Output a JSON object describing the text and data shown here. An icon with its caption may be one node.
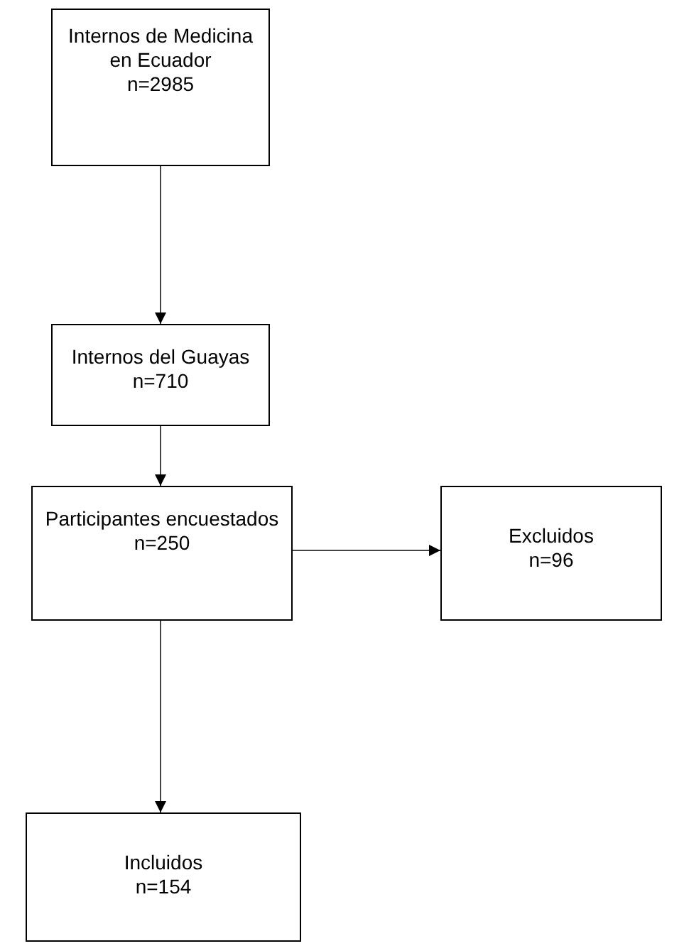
{
  "diagram": {
    "nodes": [
      {
        "text": [
          "Internos de Medicina en Ecuador",
          "n=2985"
        ]
      },
      {
        "text": [
          "Internos del Guayas",
          "n=710"
        ]
      },
      {
        "text": [
          "Participantes encuestados",
          "n=250"
        ]
      },
      {
        "text": [
          "Excluidos",
          "n=96"
        ]
      },
      {
        "text": [
          "Incluidos",
          "n=154"
        ]
      }
    ],
    "edges": [
      {
        "from": 0,
        "to": 1,
        "arrow": "to"
      },
      {
        "from": 1,
        "to": 2,
        "arrow": "to"
      },
      {
        "from": 2,
        "to": 3,
        "arrow": "to"
      },
      {
        "from": 2,
        "to": 4,
        "arrow": "to"
      }
    ]
  }
}
